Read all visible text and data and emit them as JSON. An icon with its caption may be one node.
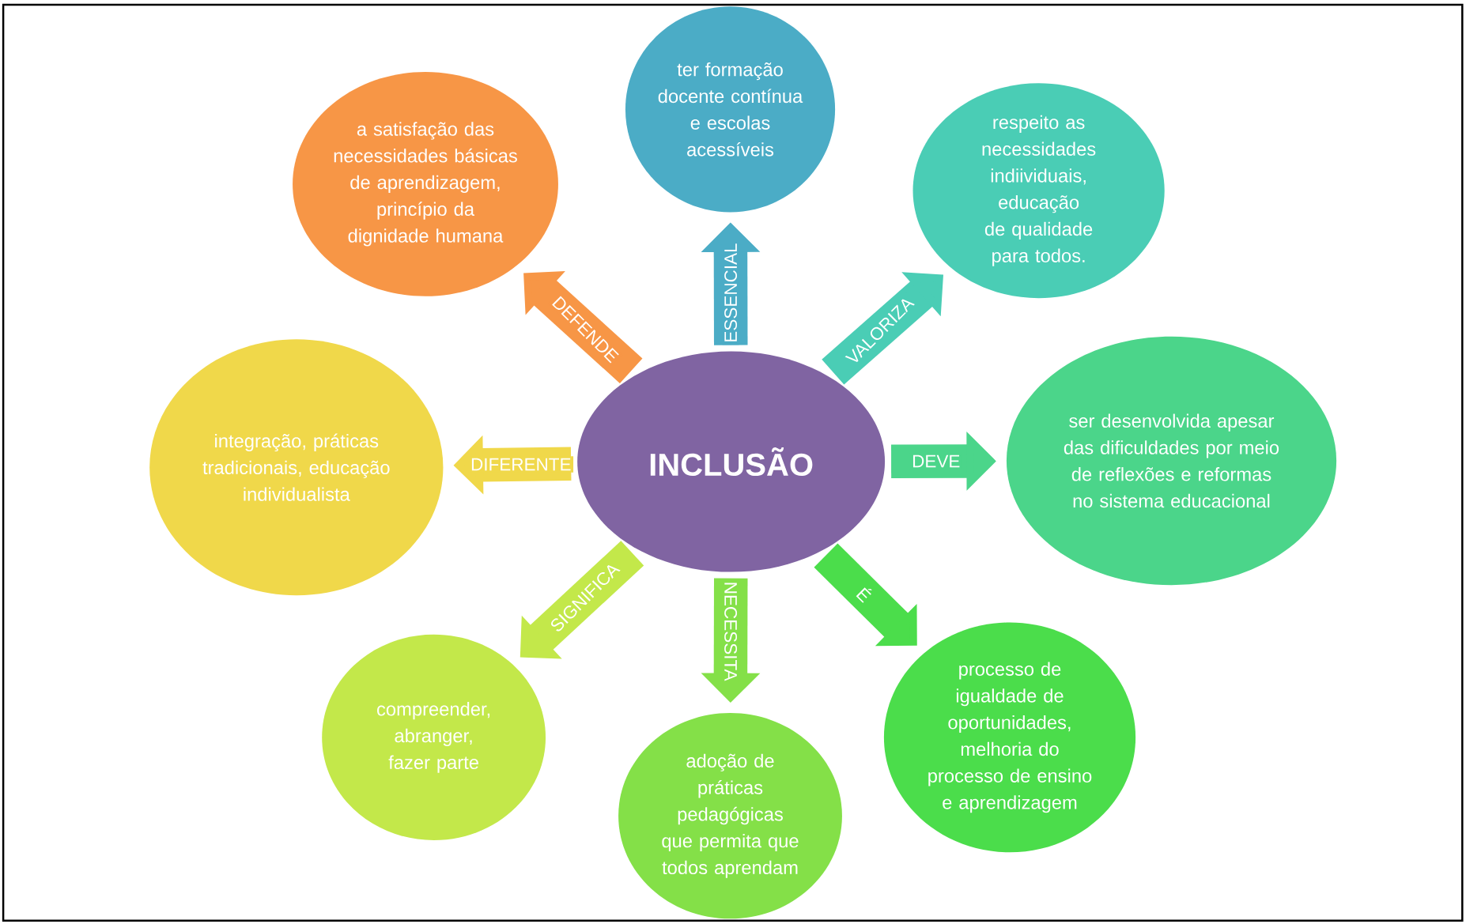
{
  "diagram": {
    "nodes": [
      {
        "text": [
          "ter formação docente contínua e escolas acessíveis"
        ]
      },
      {
        "text": [
          "a satisfação das necessidades básicas de aprendizagem, princípio da dignidade humana"
        ]
      },
      {
        "text": [
          "respeito as necessidades indiividuais, educação de qualidade para todos."
        ]
      },
      {
        "text": [
          "integração, práticas tradicionais, educação individualista"
        ]
      },
      {
        "text": [
          "INCLUSÃO"
        ]
      },
      {
        "text": [
          "ser desenvolvida apesar das dificuldades por meio de reflexões e reformas no sistema educacional"
        ]
      },
      {
        "text": [
          "processo de igualdade de oportunidades, melhoria do processo de ensino e aprendizagem"
        ]
      },
      {
        "text": [
          "compreender, abranger, fazer parte"
        ]
      },
      {
        "text": [
          "adoção de práticas pedagógicas que permita que todos aprendam"
        ]
      }
    ],
    "edges": [
      {
        "from": 4,
        "to": 0,
        "arrow": "to",
        "label": "ESSENCIAL",
        "color": "#4bacc6"
      },
      {
        "from": 4,
        "to": 1,
        "arrow": "to",
        "label": "DEFENDE",
        "color": "#f79646"
      },
      {
        "from": 4,
        "to": 2,
        "arrow": "to",
        "label": "VALORIZA",
        "color": "#4acdb5"
      },
      {
        "from": 4,
        "to": 3,
        "arrow": "to",
        "label": "DIFERENTE",
        "color": "#f0d84a"
      },
      {
        "from": 4,
        "to": 5,
        "arrow": "to",
        "label": "DEVE",
        "color": "#4bd58a"
      },
      {
        "from": 4,
        "to": 6,
        "arrow": "to",
        "label": "É",
        "color": "#4bdd4b"
      },
      {
        "from": 4,
        "to": 7,
        "arrow": "to",
        "label": "SIGNIFICA",
        "color": "#c3e84a"
      },
      {
        "from": 4,
        "to": 8,
        "arrow": "to",
        "label": "NECESSITA",
        "color": "#84e048"
      }
    ]
  }
}
